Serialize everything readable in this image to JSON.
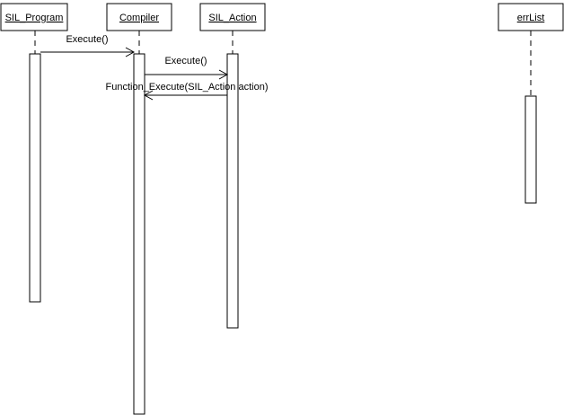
{
  "participants": [
    {
      "name": "SIL_Program"
    },
    {
      "name": "Compiler"
    },
    {
      "name": "SIL_Action"
    },
    {
      "name": "errList"
    }
  ],
  "messages": [
    {
      "label": "Execute()",
      "from": "SIL_Program",
      "to": "Compiler"
    },
    {
      "label": "Execute()",
      "from": "Compiler",
      "to": "SIL_Action"
    },
    {
      "label": "Function_Execute(SIL_Action action)",
      "from": "SIL_Action",
      "to": "Compiler"
    }
  ]
}
